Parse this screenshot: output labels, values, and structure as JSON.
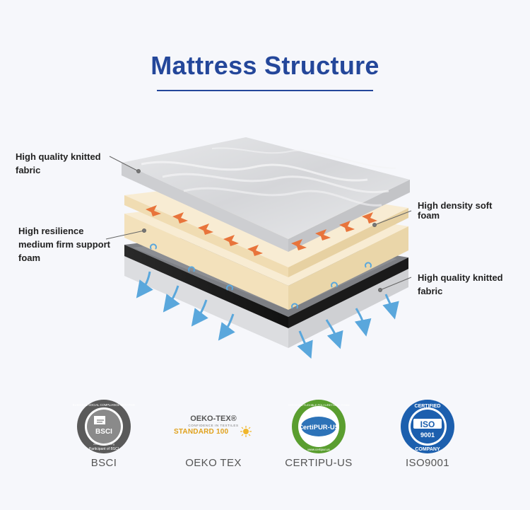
{
  "header": {
    "title": "Mattress Structure"
  },
  "layers": {
    "top_fabric_label": [
      "High quality knitted",
      "fabric"
    ],
    "soft_foam_label": [
      "High density soft",
      "foam"
    ],
    "support_foam_label": [
      "High resilience",
      "medium firm support",
      "foam"
    ],
    "bottom_fabric_label": [
      "High quality knitted",
      "fabric"
    ]
  },
  "certifications": [
    {
      "name": "BSCI",
      "logo_text": "BSCI",
      "logo_ring_text": "BUSINESS SOCIAL COMPLIANCE INITIATIVE",
      "logo_bottom_text": "Participant of BSCI",
      "logo_url_text": "www.bsci-intl.org"
    },
    {
      "name": "OEKO TEX",
      "logo_text": "OEKO-TEX®",
      "logo_sub_text": "CONFIDENCE IN TEXTILES",
      "logo_std_text": "STANDARD 100"
    },
    {
      "name": "CERTIPU-US",
      "logo_text": "CertiPUR-US",
      "logo_ring_text": "CERTIFIED FLEXIBLE POLYURETHANE FOAM",
      "logo_url_text": "www.certipur.us"
    },
    {
      "name": "ISO9001",
      "logo_text": "ISO",
      "logo_number": "9001",
      "logo_top_text": "CERTIFIED",
      "logo_bottom_text": "COMPANY"
    }
  ],
  "colors": {
    "title": "#24479a",
    "foam": "#f3e4c0",
    "arrow_orange": "#e8743b",
    "arrow_blue": "#5aa7dc",
    "fabric_gray": "#d9d9db",
    "black_layer": "#1c1c1c",
    "certipur_green": "#5a9e2f",
    "iso_blue": "#1c5fae"
  }
}
